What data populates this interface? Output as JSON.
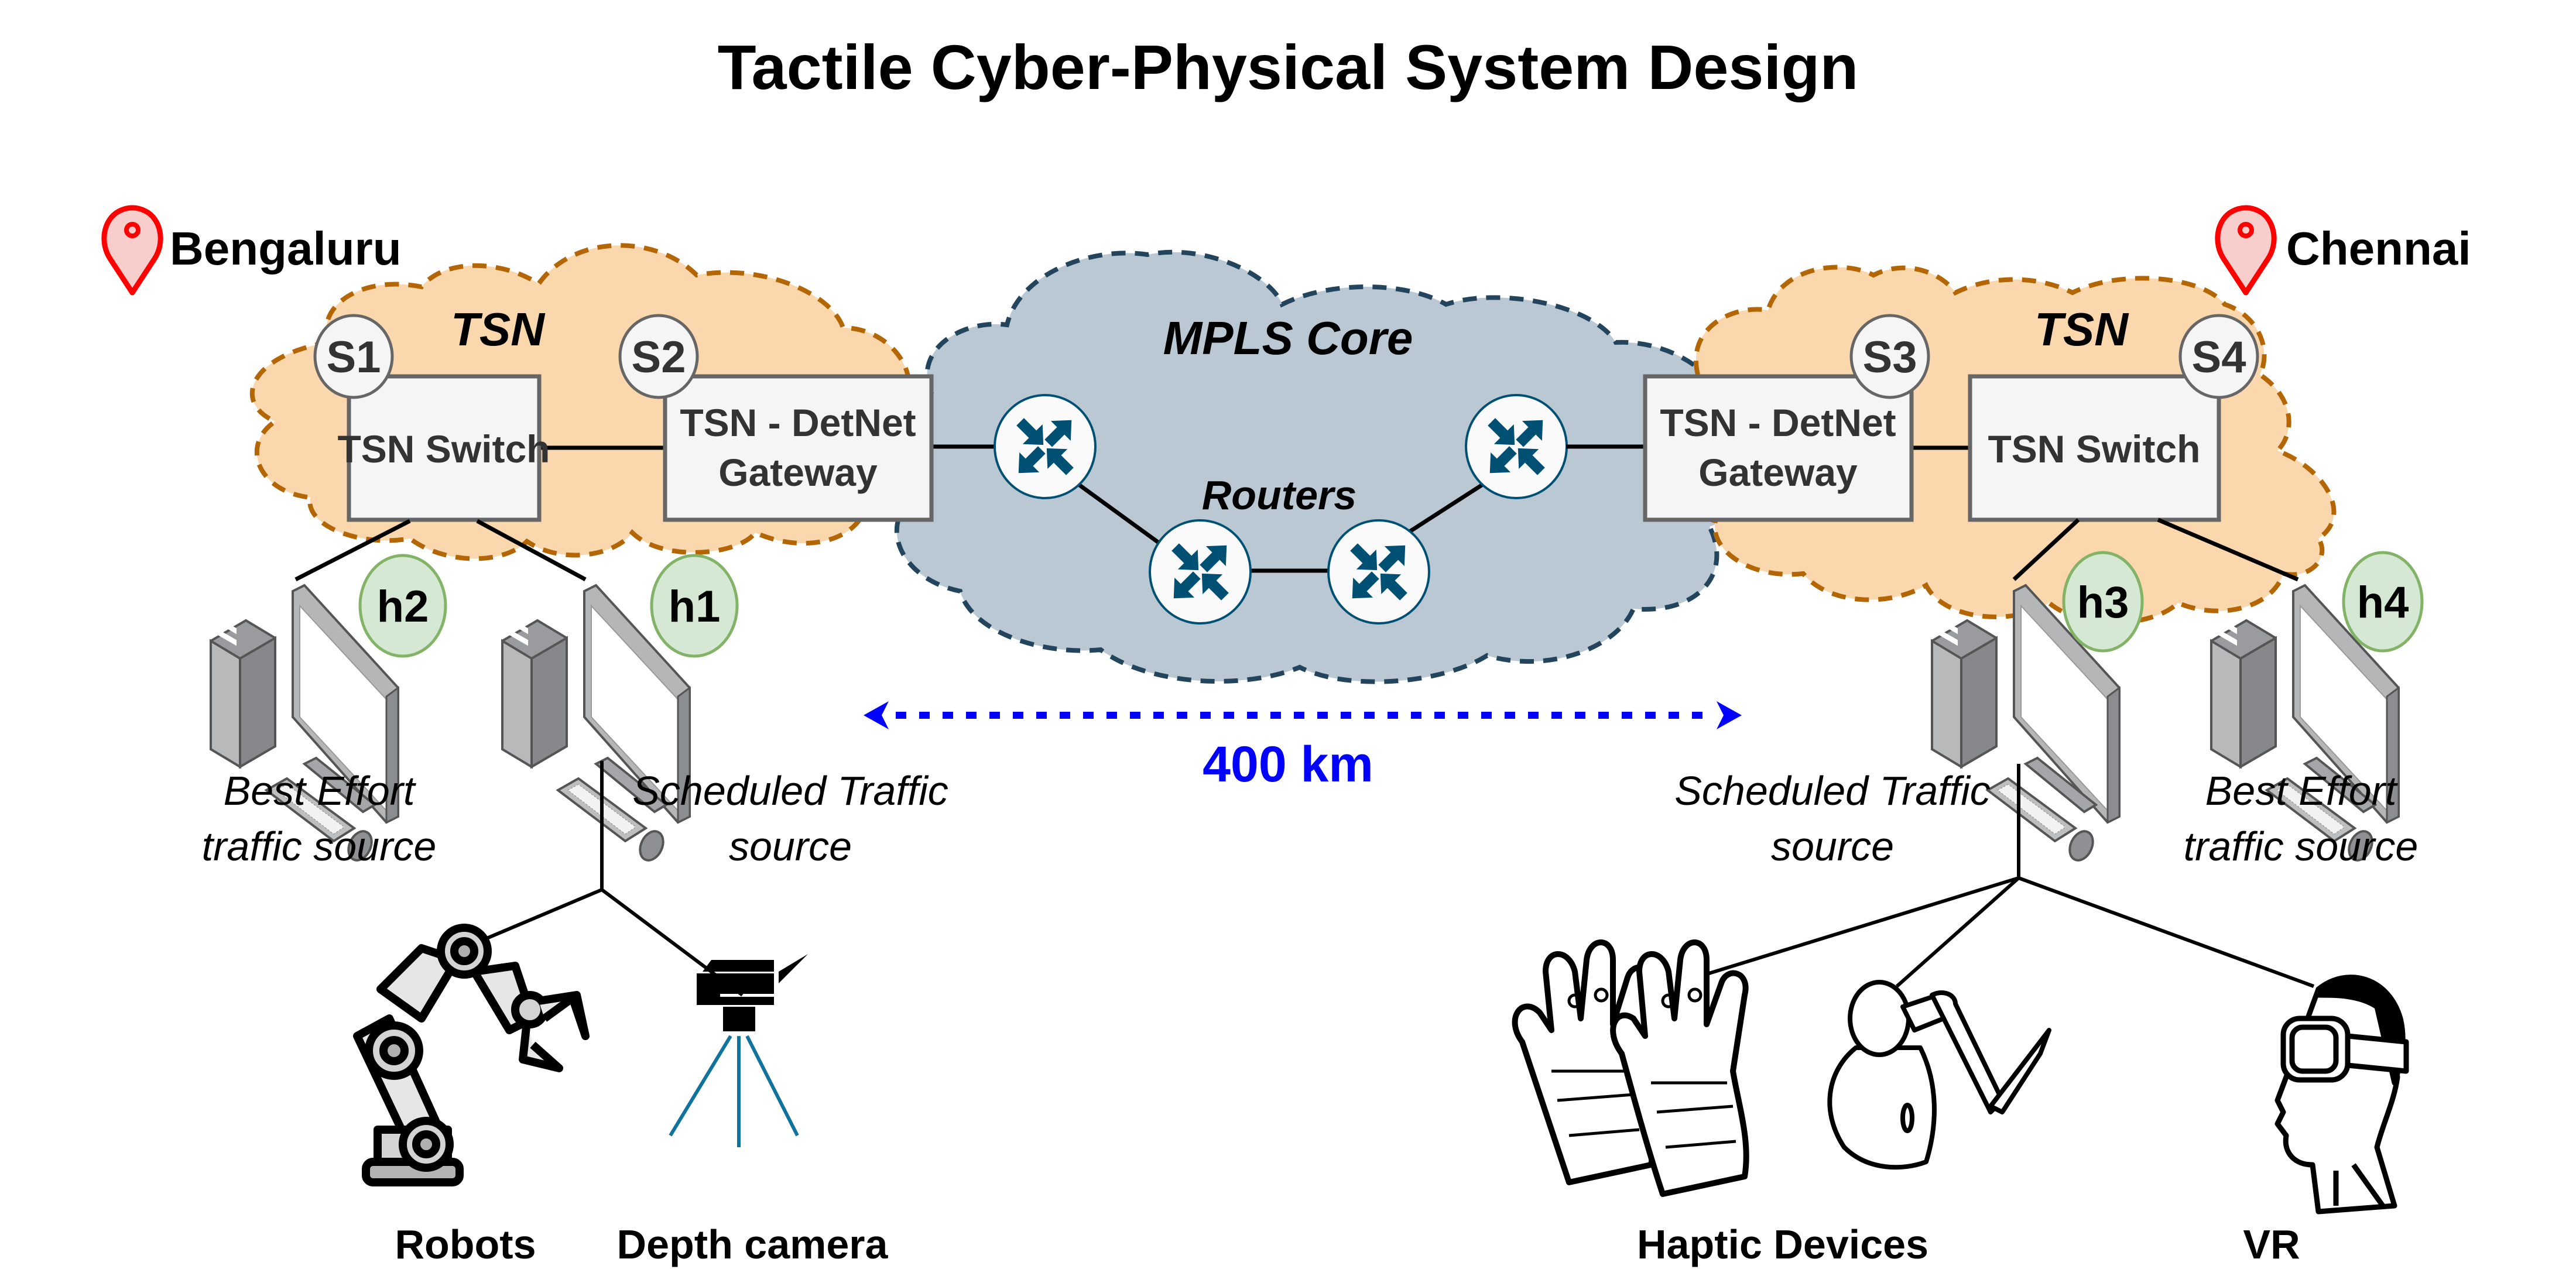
{
  "title": "Tactile Cyber-Physical System Design",
  "colors": {
    "tsn_cloud_fill": "#fad7ac",
    "tsn_cloud_stroke": "#b46504",
    "mpls_cloud_fill": "#bac8d3",
    "mpls_cloud_stroke": "#23445d",
    "box_fill": "#f5f5f5",
    "box_stroke": "#666666",
    "host_badge_fill": "#d5e8d4",
    "host_badge_stroke": "#82b366",
    "router_icon": "#005073",
    "pin_stroke": "#ff0000",
    "pin_fill": "#f8cecc",
    "distance": "#0000ff",
    "tripod": "#10739e"
  },
  "sites": {
    "left": {
      "city": "Bengaluru",
      "cloud_label": "TSN",
      "switch": {
        "badge": "S1",
        "label": "TSN Switch"
      },
      "gateway": {
        "badge": "S2",
        "label_line1": "TSN - DetNet",
        "label_line2": "Gateway"
      },
      "hosts": [
        {
          "badge": "h2",
          "desc_line1": "Best Effort",
          "desc_line2": "traffic source"
        },
        {
          "badge": "h1",
          "desc_line1": "Scheduled Traffic",
          "desc_line2": "source"
        }
      ],
      "devices": [
        "Robots",
        "Depth camera"
      ]
    },
    "right": {
      "city": "Chennai",
      "cloud_label": "TSN",
      "gateway": {
        "badge": "S3",
        "label_line1": "TSN - DetNet",
        "label_line2": "Gateway"
      },
      "switch": {
        "badge": "S4",
        "label": "TSN Switch"
      },
      "hosts": [
        {
          "badge": "h3",
          "desc_line1": "Scheduled Traffic",
          "desc_line2": "source"
        },
        {
          "badge": "h4",
          "desc_line1": "Best Effort",
          "desc_line2": "traffic source"
        }
      ],
      "devices": [
        "Haptic Devices",
        "VR"
      ]
    }
  },
  "core": {
    "label": "MPLS Core",
    "routers_label": "Routers",
    "router_count": 4
  },
  "distance": {
    "label": "400 km"
  }
}
